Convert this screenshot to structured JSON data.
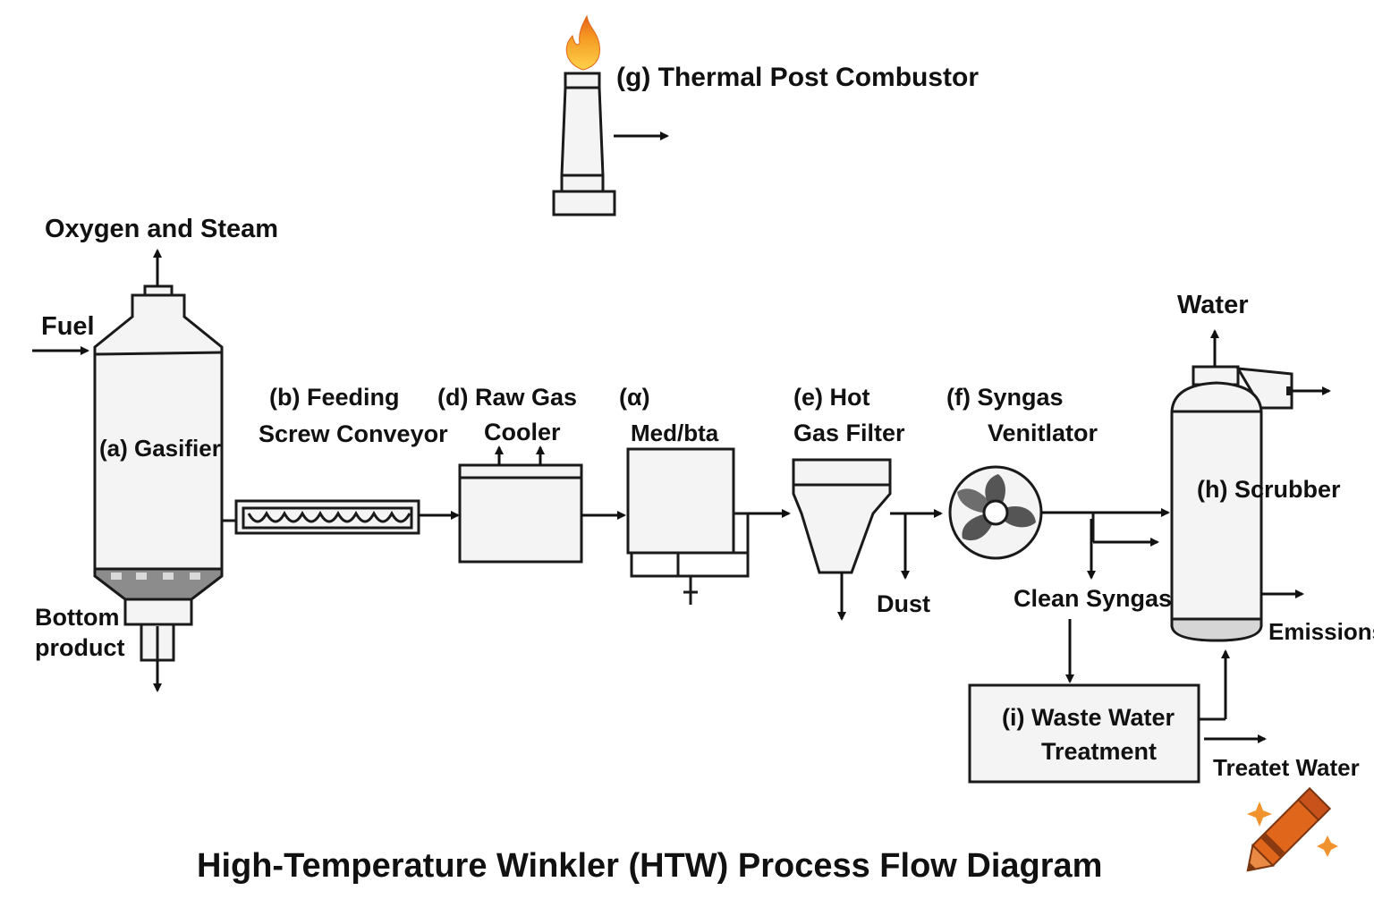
{
  "title": "High-Temperature Winkler (HTW) Process Flow Diagram",
  "labels": {
    "oxygen_steam": "Oxygen and Steam",
    "fuel": "Fuel",
    "gasifier": "(a) Gasifier",
    "bottom_line1": "Bottom",
    "bottom_line2": "product",
    "feeding_line1": "(b) Feeding",
    "feeding_line2": "Screw Conveyor",
    "cooler_line1": "(d) Raw Gas",
    "cooler_line2": "Cooler",
    "medbta_line1": "(α)",
    "medbta_line2": "Med/bta",
    "filter_line1": "(e) Hot",
    "filter_line2": "Gas Filter",
    "dust": "Dust",
    "vent_line1": "(f) Syngas",
    "vent_line2": "Venitlator",
    "clean_syngas": "Clean Syngas",
    "thermal": "(g) Thermal Post Combustor",
    "water": "Water",
    "scrubber": "(h) Scrubber",
    "emissions": "Emissions",
    "wwt_line1": "(i) Waste Water",
    "wwt_line2": "Treatment",
    "treated_water": "Treatet Water"
  },
  "icons": [
    "flame-icon",
    "fan-icon",
    "crayon-icon",
    "sparkle-icon"
  ],
  "colors": {
    "flame": "#f59a23",
    "crayon": "#e0661b",
    "line": "#1a1a1a"
  }
}
